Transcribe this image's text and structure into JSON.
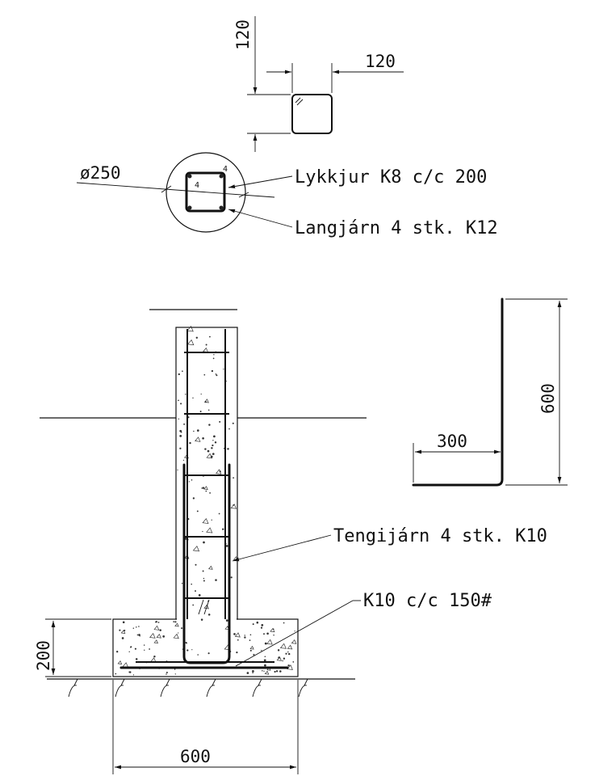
{
  "section": {
    "dim_width": "120",
    "dim_height": "120"
  },
  "round_section": {
    "diameter": "ø250",
    "stirrup_callout": "Lykkjur K8 c/c 200",
    "longbar_callout": "Langjárn 4 stk. K12",
    "corner_mark_a": "4",
    "corner_mark_b": "4"
  },
  "bar_shape": {
    "leg_short": "300",
    "leg_long": "600"
  },
  "elevation": {
    "dowel_callout": "Tengijárn 4 stk. K10",
    "footing_rebar_callout": "K10 c/c 150#",
    "footing_height": "200",
    "footing_width": "600"
  }
}
